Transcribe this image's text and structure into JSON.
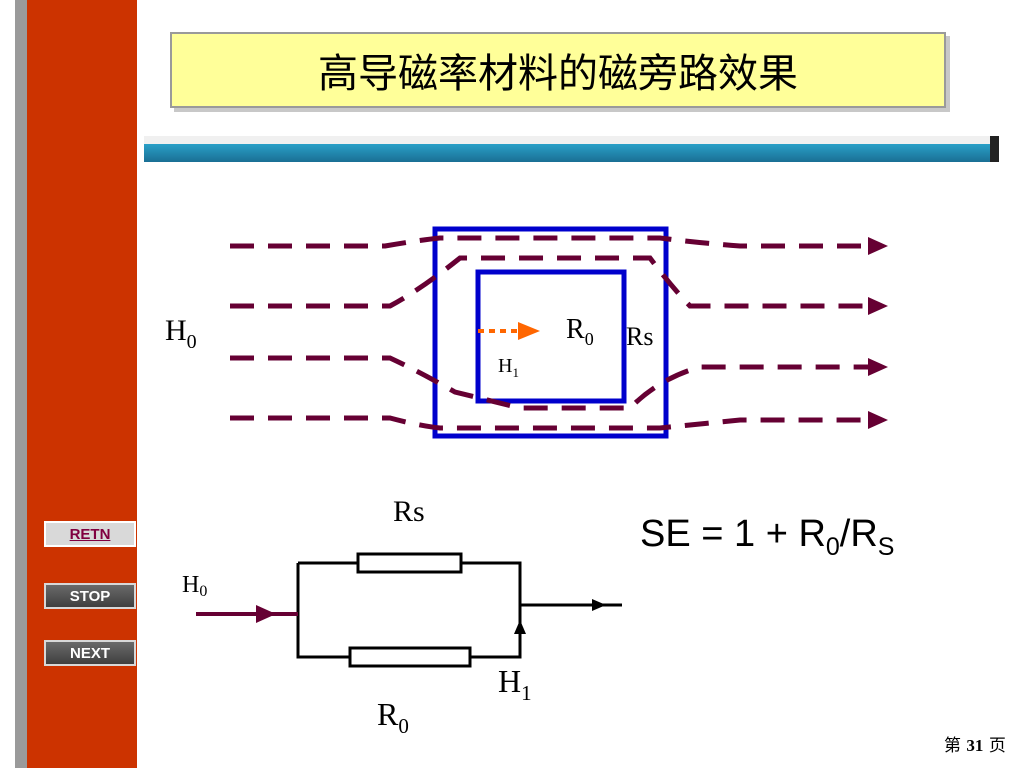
{
  "slide": {
    "title": "高导磁率材料的磁旁路效果",
    "page_prefix": "第",
    "page_number": "31",
    "page_suffix": "页"
  },
  "nav": {
    "retn": "RETN",
    "stop": "STOP",
    "next": "NEXT"
  },
  "diagram": {
    "field_label": "H",
    "field_label_sub": "0",
    "inner_field_label": "H",
    "inner_field_sub": "1",
    "inner_region_label": "R",
    "inner_region_sub": "0",
    "shield_label": "Rs"
  },
  "circuit": {
    "source_label": "H",
    "source_sub": "0",
    "top_resistor_label": "Rs",
    "bottom_resistor_label": "R",
    "bottom_resistor_sub": "0",
    "branch_label": "H",
    "branch_sub": "1"
  },
  "formula": {
    "lhs": "SE = 1 + R",
    "sub1": "0",
    "mid": "/R",
    "sub2": "S"
  },
  "colors": {
    "sidebar": "#cc3300",
    "title_bg": "#ffff99",
    "field_lines": "#660033",
    "shield": "#0000cc",
    "inner_arrow": "#ff6600"
  }
}
